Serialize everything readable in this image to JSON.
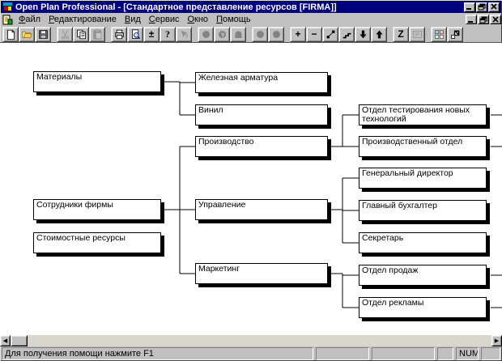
{
  "window": {
    "title": "Open Plan Professional - [Стандартное представление ресурсов [FIRMA]]",
    "controls": [
      "minimize",
      "restore",
      "close"
    ],
    "mdi_controls": [
      "minimize",
      "restore",
      "close"
    ]
  },
  "colors": {
    "title_bar": "#000080",
    "title_text": "#ffffff",
    "chrome": "#c0c0c0",
    "canvas": "#ffffff",
    "box_border": "#000000",
    "disabled_icon": "#808080"
  },
  "menu": {
    "items": [
      "Файл",
      "Редактирование",
      "Вид",
      "Сервис",
      "Окно",
      "Помощь"
    ]
  },
  "toolbar": {
    "buttons": [
      {
        "name": "new-document-button",
        "icon": "new-document-icon",
        "disabled": false,
        "group": 0
      },
      {
        "name": "open-button",
        "icon": "open-folder-icon",
        "disabled": false,
        "group": 0
      },
      {
        "name": "save-button",
        "icon": "save-icon",
        "disabled": false,
        "group": 0
      },
      {
        "name": "cut-button",
        "icon": "scissors-icon",
        "disabled": true,
        "group": 1
      },
      {
        "name": "copy-button",
        "icon": "copy-icon",
        "disabled": false,
        "group": 1
      },
      {
        "name": "paste-button",
        "icon": "clipboard-icon",
        "disabled": true,
        "group": 1
      },
      {
        "name": "print-button",
        "icon": "printer-icon",
        "disabled": false,
        "group": 2
      },
      {
        "name": "print-preview-button",
        "icon": "print-preview-icon",
        "disabled": false,
        "group": 2
      },
      {
        "name": "calculate-button",
        "icon": "plus-minus-icon",
        "disabled": false,
        "group": 2
      },
      {
        "name": "help-button",
        "icon": "question-mark-icon",
        "disabled": false,
        "group": 2
      },
      {
        "name": "context-help-button",
        "icon": "arrow-question-icon",
        "disabled": true,
        "group": 2
      },
      {
        "name": "resource-circle-button",
        "icon": "circle-icon",
        "disabled": true,
        "group": 3
      },
      {
        "name": "resource-query-button",
        "icon": "circle-question-icon",
        "disabled": true,
        "group": 3
      },
      {
        "name": "resource-arch-button",
        "icon": "arch-icon",
        "disabled": true,
        "group": 3
      },
      {
        "name": "node-circle-a-button",
        "icon": "circle-icon",
        "disabled": true,
        "group": 4
      },
      {
        "name": "node-circle-b-button",
        "icon": "circle-icon",
        "disabled": true,
        "group": 4
      },
      {
        "name": "add-resource-button",
        "icon": "plus-icon",
        "disabled": false,
        "group": 5
      },
      {
        "name": "remove-resource-button",
        "icon": "minus-icon",
        "disabled": false,
        "group": 5
      },
      {
        "name": "link-nodes-button",
        "icon": "link-nodes-icon",
        "disabled": false,
        "group": 5
      },
      {
        "name": "outline-steps-button",
        "icon": "steps-icon",
        "disabled": false,
        "group": 5
      },
      {
        "name": "move-down-button",
        "icon": "down-arrow-icon",
        "disabled": false,
        "group": 5
      },
      {
        "name": "move-up-button",
        "icon": "up-arrow-icon",
        "disabled": false,
        "group": 5
      },
      {
        "name": "sort-button",
        "icon": "z-letter-icon",
        "disabled": false,
        "group": 6
      },
      {
        "name": "notes-button",
        "icon": "notes-icon",
        "disabled": true,
        "group": 6
      },
      {
        "name": "tile-windows-button",
        "icon": "tile-windows-icon",
        "disabled": false,
        "group": 7
      },
      {
        "name": "bring-front-button",
        "icon": "bring-front-icon",
        "disabled": false,
        "group": 7
      }
    ]
  },
  "diagram": {
    "nodes": [
      {
        "id": "materials",
        "label": "Материалы",
        "children": [
          "rebar",
          "vinyl"
        ]
      },
      {
        "id": "rebar",
        "label": "Железная арматура"
      },
      {
        "id": "vinyl",
        "label": "Винил"
      },
      {
        "id": "employees",
        "label": "Сотрудники фирмы",
        "children": [
          "production",
          "management",
          "marketing"
        ]
      },
      {
        "id": "cost",
        "label": "Стоимостные ресурсы"
      },
      {
        "id": "production",
        "label": "Производство",
        "children": [
          "test_dept",
          "prod_dept"
        ]
      },
      {
        "id": "management",
        "label": "Управление",
        "children": [
          "gen_dir",
          "chief_acc",
          "secretary"
        ]
      },
      {
        "id": "marketing",
        "label": "Маркетинг",
        "children": [
          "sales_dept",
          "adv_dept"
        ]
      },
      {
        "id": "test_dept",
        "label": "Отдел тестирования новых технологий",
        "offscreen_children": true
      },
      {
        "id": "prod_dept",
        "label": "Производственный отдел",
        "offscreen_children": true
      },
      {
        "id": "gen_dir",
        "label": "Генеральный директор"
      },
      {
        "id": "chief_acc",
        "label": "Главный бухгалтер"
      },
      {
        "id": "secretary",
        "label": "Секретарь"
      },
      {
        "id": "sales_dept",
        "label": "Отдел продаж",
        "offscreen_children": true
      },
      {
        "id": "adv_dept",
        "label": "Отдел рекламы",
        "offscreen_children": true
      }
    ]
  },
  "statusbar": {
    "panels": [
      {
        "name": "help-message",
        "text": "Для получения помощи нажмите F1"
      },
      {
        "name": "panel-1",
        "text": ""
      },
      {
        "name": "panel-2",
        "text": ""
      },
      {
        "name": "panel-3",
        "text": ""
      },
      {
        "name": "num-lock-indicator",
        "text": "NUM"
      },
      {
        "name": "panel-4",
        "text": ""
      }
    ]
  }
}
